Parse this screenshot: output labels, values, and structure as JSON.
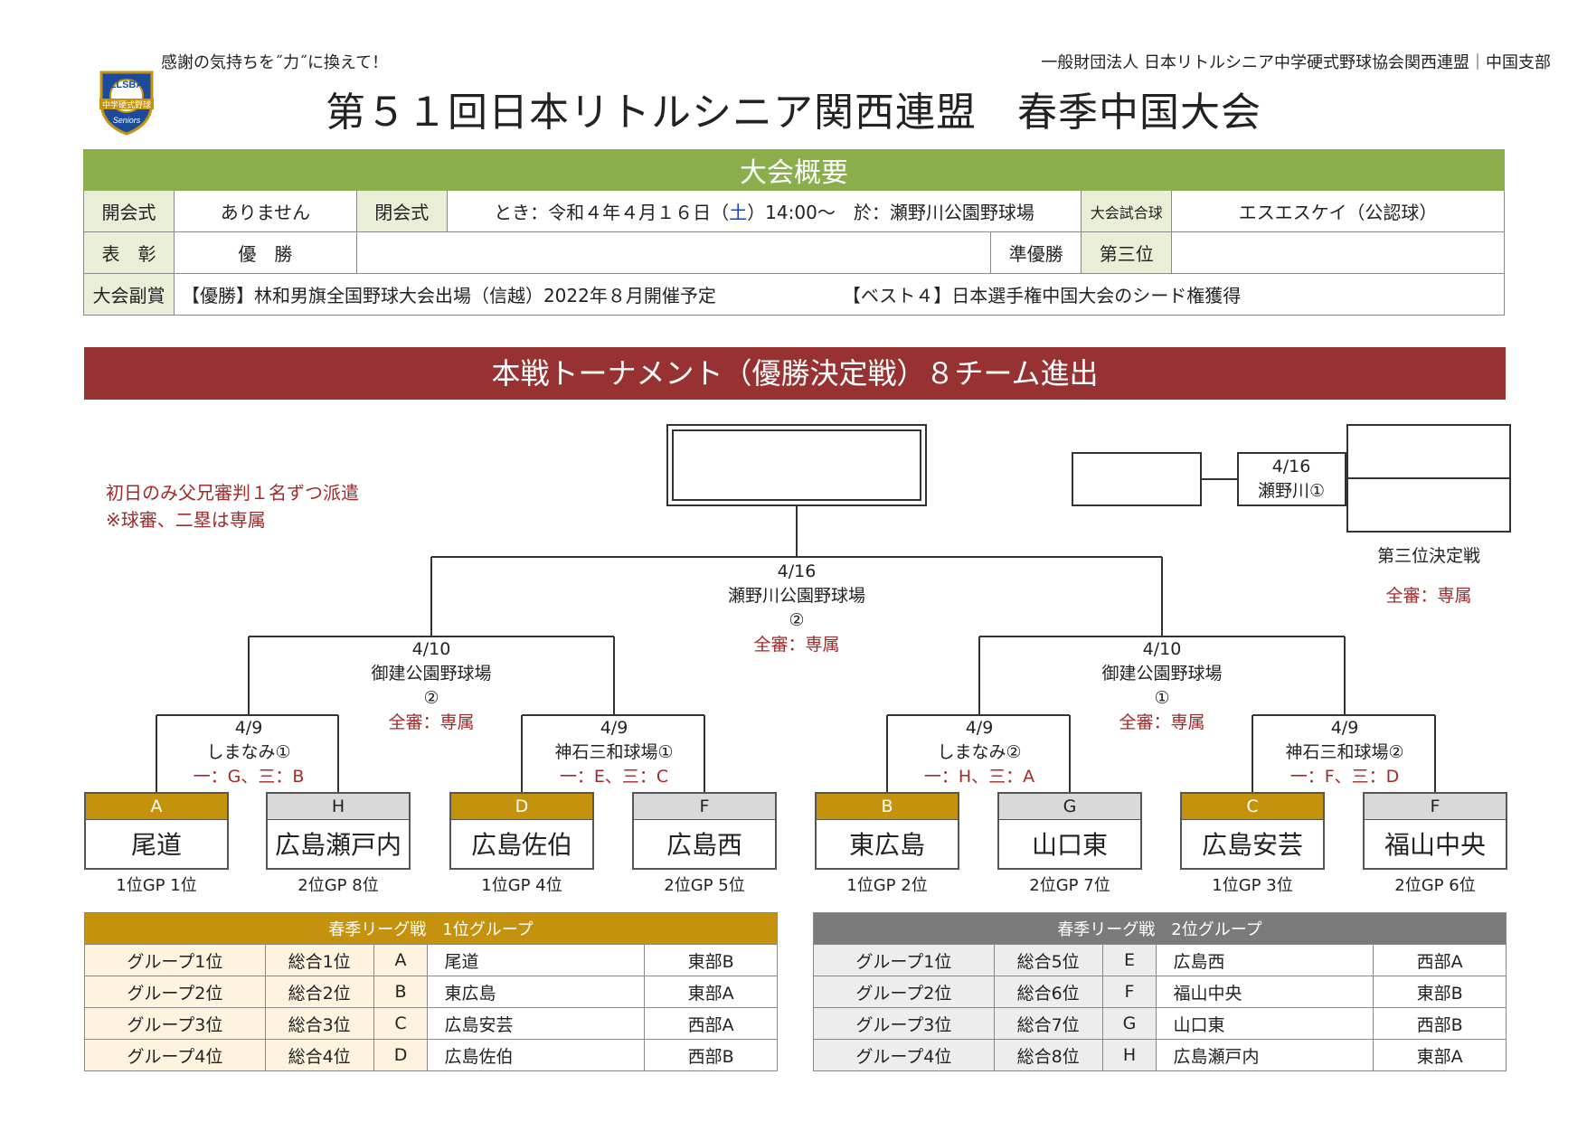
{
  "header": {
    "tagline": "感謝の気持ちを˝力˝に換えて！",
    "organization": "一般財団法人 日本リトルシニア中学硬式野球協会関西連盟｜中国支部",
    "title": "第５１回日本リトルシニア関西連盟　春季中国大会",
    "logo_text": "LLSBA",
    "logo_sub": "中学硬式野球",
    "logo_brand": "Seniors"
  },
  "overview": {
    "heading": "大会概要",
    "opening_label": "開会式",
    "opening_value": "ありません",
    "closing_label": "閉会式",
    "closing_value_pre": "とき：令和４年４月１６日（",
    "closing_value_sat": "土",
    "closing_value_post": "）14:00～　於：瀬野川公園野球場",
    "ball_label": "大会試合球",
    "ball_value": "エスエスケイ（公認球）",
    "award_label": "表　彰",
    "winner_label": "優　勝",
    "runnerup_label": "準優勝",
    "third_label": "第三位",
    "prize_label": "大会副賞",
    "prize_1": "【優勝】林和男旗全国野球大会出場（信越）2022年８月開催予定",
    "prize_2": "【ベスト４】日本選手権中国大会のシード権獲得"
  },
  "tournament": {
    "banner": "本戦トーナメント（優勝決定戦）８チーム進出",
    "note_line1": "初日のみ父兄審判１名ずつ派遣",
    "note_line2": "※球審、二塁は専属",
    "final": {
      "date": "4/16",
      "venue": "瀬野川公園野球場",
      "field": "②",
      "umpire": "全審：専属"
    },
    "third_place": {
      "date": "4/16",
      "venue": "瀬野川①",
      "title": "第三位決定戦",
      "umpire": "全審：専属"
    },
    "semis": [
      {
        "date": "4/10",
        "venue": "御建公園野球場",
        "field": "②",
        "umpire": "全審：専属"
      },
      {
        "date": "4/10",
        "venue": "御建公園野球場",
        "field": "①",
        "umpire": "全審：専属"
      }
    ],
    "quarters": [
      {
        "date": "4/9",
        "venue": "しまなみ①",
        "umpire": "一：G、三：B"
      },
      {
        "date": "4/9",
        "venue": "神石三和球場①",
        "umpire": "一：E、三：C"
      },
      {
        "date": "4/9",
        "venue": "しまなみ②",
        "umpire": "一：H、三：A"
      },
      {
        "date": "4/9",
        "venue": "神石三和球場②",
        "umpire": "一：F、三：D"
      }
    ],
    "teams": [
      {
        "code": "A",
        "name": "尾道",
        "seed": "1位GP 1位",
        "group": 1
      },
      {
        "code": "H",
        "name": "広島瀬戸内",
        "seed": "2位GP 8位",
        "group": 2
      },
      {
        "code": "D",
        "name": "広島佐伯",
        "seed": "1位GP 4位",
        "group": 1
      },
      {
        "code": "F",
        "name": "広島西",
        "seed": "2位GP 5位",
        "group": 2
      },
      {
        "code": "B",
        "name": "東広島",
        "seed": "1位GP 2位",
        "group": 1
      },
      {
        "code": "G",
        "name": "山口東",
        "seed": "2位GP 7位",
        "group": 2
      },
      {
        "code": "C",
        "name": "広島安芸",
        "seed": "1位GP 3位",
        "group": 1
      },
      {
        "code": "F",
        "name": "福山中央",
        "seed": "2位GP 6位",
        "group": 2
      }
    ]
  },
  "groups": [
    {
      "title": "春季リーグ戦　1位グループ",
      "rows": [
        {
          "group_rank": "グループ1位",
          "overall": "総合1位",
          "code": "A",
          "team": "尾道",
          "region": "東部B"
        },
        {
          "group_rank": "グループ2位",
          "overall": "総合2位",
          "code": "B",
          "team": "東広島",
          "region": "東部A"
        },
        {
          "group_rank": "グループ3位",
          "overall": "総合3位",
          "code": "C",
          "team": "広島安芸",
          "region": "西部A"
        },
        {
          "group_rank": "グループ4位",
          "overall": "総合4位",
          "code": "D",
          "team": "広島佐伯",
          "region": "西部B"
        }
      ]
    },
    {
      "title": "春季リーグ戦　2位グループ",
      "rows": [
        {
          "group_rank": "グループ1位",
          "overall": "総合5位",
          "code": "E",
          "team": "広島西",
          "region": "西部A"
        },
        {
          "group_rank": "グループ2位",
          "overall": "総合6位",
          "code": "F",
          "team": "福山中央",
          "region": "東部B"
        },
        {
          "group_rank": "グループ3位",
          "overall": "総合7位",
          "code": "G",
          "team": "山口東",
          "region": "西部B"
        },
        {
          "group_rank": "グループ4位",
          "overall": "総合8位",
          "code": "H",
          "team": "広島瀬戸内",
          "region": "東部A"
        }
      ]
    }
  ],
  "colors": {
    "green": "#8aae4c",
    "maroon": "#983232",
    "gold": "#c4920d",
    "red_text": "#a12a2a",
    "blue_text": "#1f3fbf"
  }
}
